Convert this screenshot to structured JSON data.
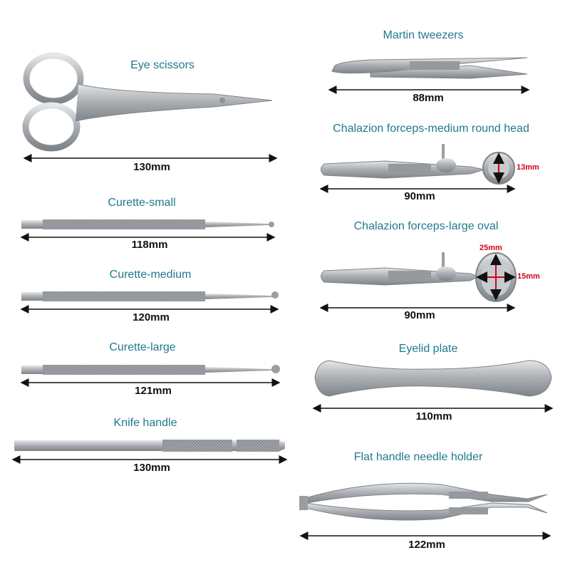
{
  "colors": {
    "label": "#1f7a8c",
    "steel": "#b9bcc0",
    "steel_dark": "#8c9094",
    "measure": "#111111",
    "accent_red": "#d0021b"
  },
  "items": [
    {
      "key": "eye-scissors",
      "name": "Eye scissors",
      "size": "130mm"
    },
    {
      "key": "curette-small",
      "name": "Curette-small",
      "size": "118mm"
    },
    {
      "key": "curette-medium",
      "name": "Curette-medium",
      "size": "120mm"
    },
    {
      "key": "curette-large",
      "name": "Curette-large",
      "size": "121mm"
    },
    {
      "key": "knife-handle",
      "name": "Knife handle",
      "size": "130mm"
    },
    {
      "key": "martin-tweezers",
      "name": "Martin tweezers",
      "size": "88mm"
    },
    {
      "key": "chalazion-medium",
      "name": "Chalazion forceps-medium round head",
      "size": "90mm",
      "extra": [
        "13mm"
      ]
    },
    {
      "key": "chalazion-large",
      "name": "Chalazion forceps-large oval",
      "size": "90mm",
      "extra": [
        "25mm",
        "15mm"
      ]
    },
    {
      "key": "eyelid-plate",
      "name": "Eyelid plate",
      "size": "110mm"
    },
    {
      "key": "needle-holder",
      "name": "Flat handle needle holder",
      "size": "122mm"
    }
  ]
}
